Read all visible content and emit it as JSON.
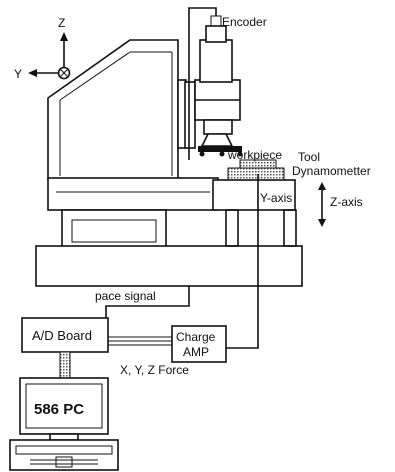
{
  "axes": {
    "z": "Z",
    "y": "Y",
    "x": "X"
  },
  "labels": {
    "encoder": "Encoder",
    "workpiece": "workpiece",
    "tool": "Tool",
    "dynamometer": "Dynamometter",
    "y_axis": "Y-axis",
    "z_axis": "Z-axis",
    "pace_signal": "pace signal",
    "ad_board": "A/D Board",
    "charge_amp_line1": "Charge",
    "charge_amp_line2": "AMP",
    "force": "X, Y, Z Force",
    "pc": "586 PC"
  },
  "colors": {
    "ink": "#111111",
    "paper": "#ffffff",
    "hatch": "#555555"
  }
}
